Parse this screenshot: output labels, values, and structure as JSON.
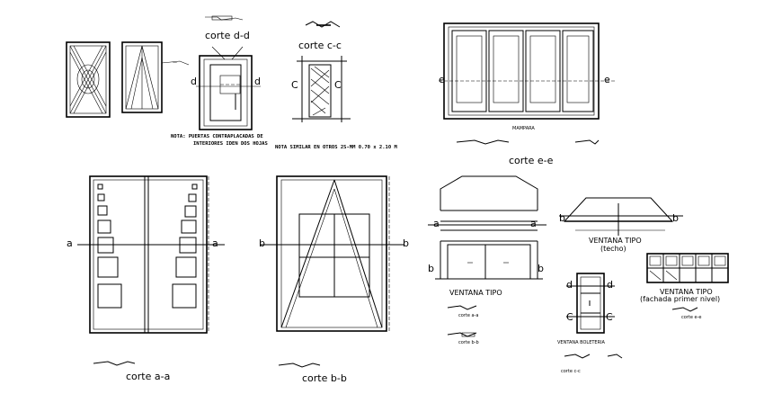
{
  "labels": {
    "corte_dd": "corte d-d",
    "corte_cc_top": "corte c-c",
    "corte_ee": "corte e-e",
    "corte_aa": "corte a-a",
    "corte_bb": "corte b-b",
    "mampara": "MAMPARA",
    "note_line1": "NOTA: PUERTAS CONTRAPLACADAS DE",
    "note_line2": "INTERIORES  IDEN DOS HOJAS",
    "note_line3": "NOTA SIMILAR EN OTROS 2S-MM 0.70 x 2.10 M",
    "ventana_tipo": "VENTANA TIPO",
    "ventana_tipo_techo_1": "VENTANA TIPO",
    "ventana_tipo_techo_2": "(techo)",
    "ventana_tipo_fachada_1": "VENTANA TIPO",
    "ventana_tipo_fachada_2": "(fachada primer nivel)",
    "ventana_boleteria": "VENTANA BOLETERIA",
    "sub_corte_aa": "corte a-a",
    "sub_corte_bb": "corte b-b",
    "sub_corte_cc": "corte c-c",
    "sub_corte_ee": "corte e-e"
  },
  "section_markers": {
    "a": "a",
    "b": "b",
    "c": "C",
    "c_lower": "c",
    "d": "d",
    "e": "e"
  }
}
